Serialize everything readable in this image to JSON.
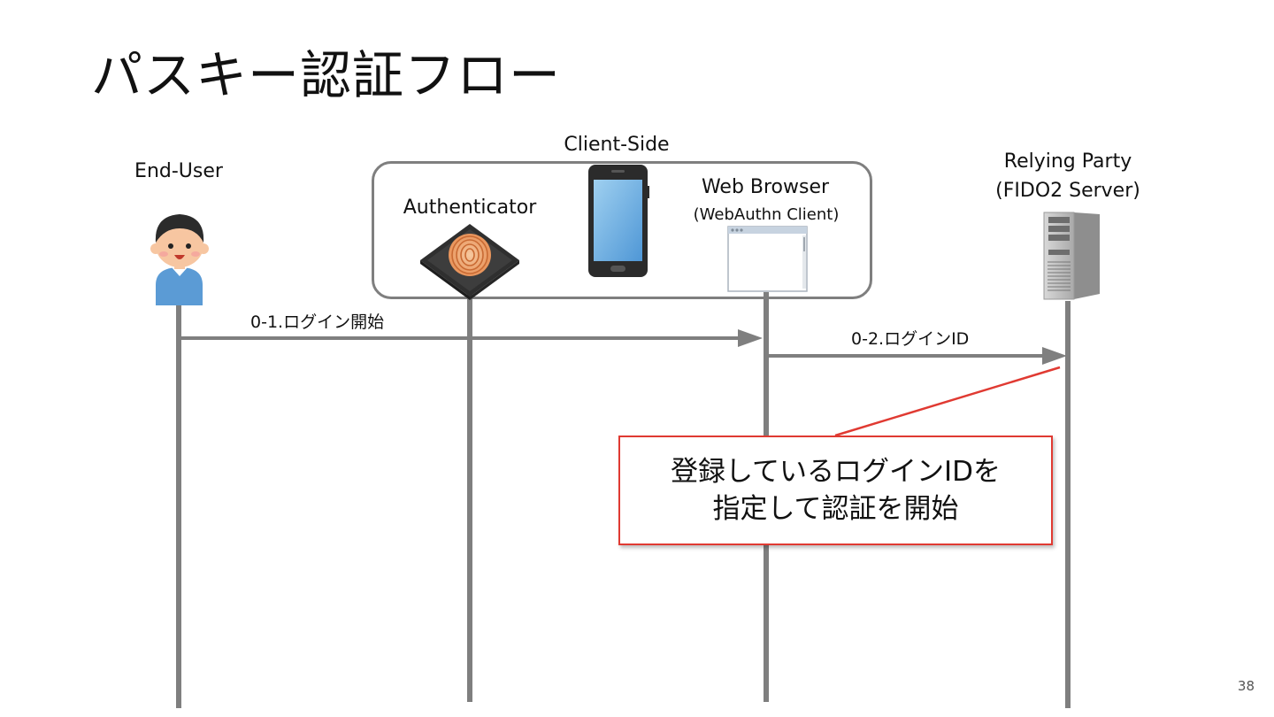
{
  "slide": {
    "title": "パスキー認証フロー",
    "page_number": "38"
  },
  "group": {
    "label": "Client-Side"
  },
  "actors": {
    "end_user": {
      "label": "End-User"
    },
    "authenticator": {
      "label": "Authenticator"
    },
    "browser": {
      "label": "Web Browser",
      "sublabel": "(WebAuthn Client)"
    },
    "relying_party": {
      "label": "Relying Party",
      "sublabel": "(FIDO2 Server)"
    }
  },
  "messages": [
    {
      "label": "0-1.ログイン開始",
      "from": "End-User",
      "to": "Web Browser"
    },
    {
      "label": "0-2.ログインID",
      "from": "Web Browser",
      "to": "Relying Party"
    }
  ],
  "callout": {
    "line1": "登録しているログインIDを",
    "line2": "指定して認証を開始"
  },
  "icons": [
    "user-icon",
    "chip-fingerprint-icon",
    "smartphone-icon",
    "browser-window-icon",
    "server-icon"
  ],
  "colors": {
    "lifeline": "#7f7f7f",
    "callout_border": "#e03a32",
    "text": "#111111"
  }
}
